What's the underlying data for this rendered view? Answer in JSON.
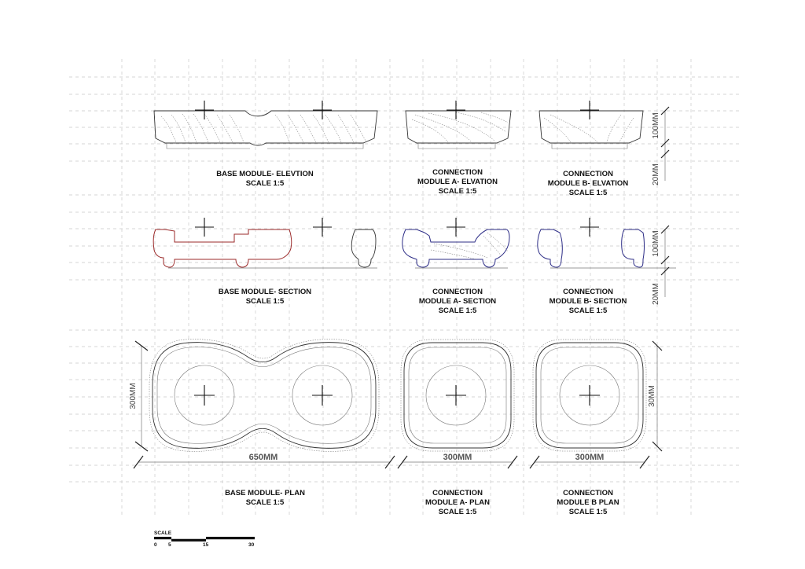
{
  "drawing": {
    "row1": {
      "base": [
        "BASE MODULE- ELEVTION",
        "SCALE 1:5"
      ],
      "conn_a": [
        "CONNECTION",
        "MODULE A- ELVATION",
        "SCALE 1:5"
      ],
      "conn_b": [
        "CONNECTION",
        "MODULE B- ELVATION",
        "SCALE 1:5"
      ]
    },
    "row2": {
      "base": [
        "BASE MODULE- SECTION",
        "SCALE 1:5"
      ],
      "conn_a": [
        "CONNECTION",
        "MODULE A- SECTION",
        "SCALE 1:5"
      ],
      "conn_b": [
        "CONNECTION",
        "MODULE B- SECTION",
        "SCALE 1:5"
      ]
    },
    "row3": {
      "base": [
        "BASE MODULE- PLAN",
        "SCALE 1:5"
      ],
      "conn_a": [
        "CONNECTION",
        "MODULE A- PLAN",
        "SCALE 1:5"
      ],
      "conn_b": [
        "CONNECTION",
        "MODULE B PLAN",
        "SCALE 1:5"
      ]
    },
    "dimensions": {
      "base_width": "650MM",
      "base_depth": "300MM",
      "conn_a_width": "300MM",
      "conn_b_width": "300MM",
      "conn_b_depth": "30MM",
      "height_elev": "100MM",
      "gap_elev": "20MM",
      "height_sect": "100MM",
      "gap_sect": "20MM"
    },
    "scale_bar": {
      "title": "SCALE",
      "labels": [
        "0",
        "5",
        "15",
        "30"
      ]
    }
  }
}
